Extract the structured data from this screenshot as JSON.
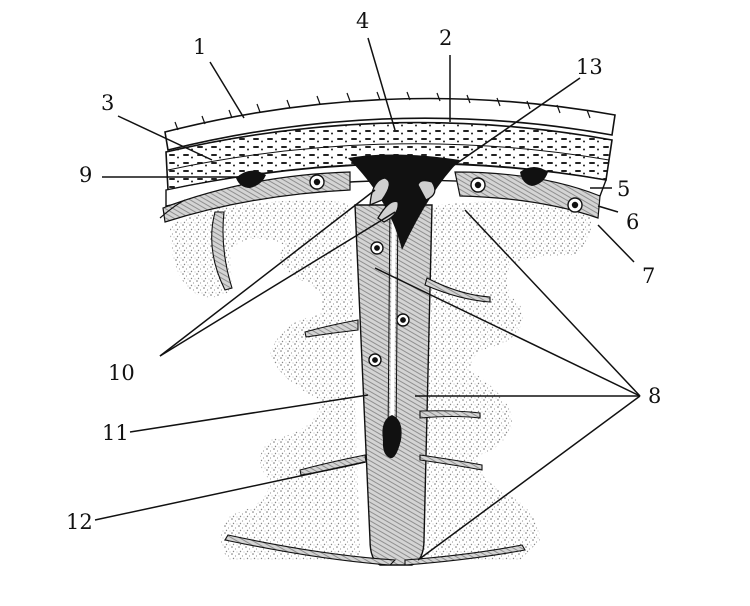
{
  "labels": {
    "l1": "1",
    "l2": "2",
    "l3": "3",
    "l4": "4",
    "l5": "5",
    "l6": "6",
    "l7": "7",
    "l8": "8",
    "l9": "9",
    "l10": "10",
    "l11": "11",
    "l12": "12",
    "l13": "13"
  },
  "colors": {
    "ink": "#111111",
    "background": "#ffffff",
    "stipple": "#8a8a8a",
    "fibrous": "#9a9a9a"
  }
}
